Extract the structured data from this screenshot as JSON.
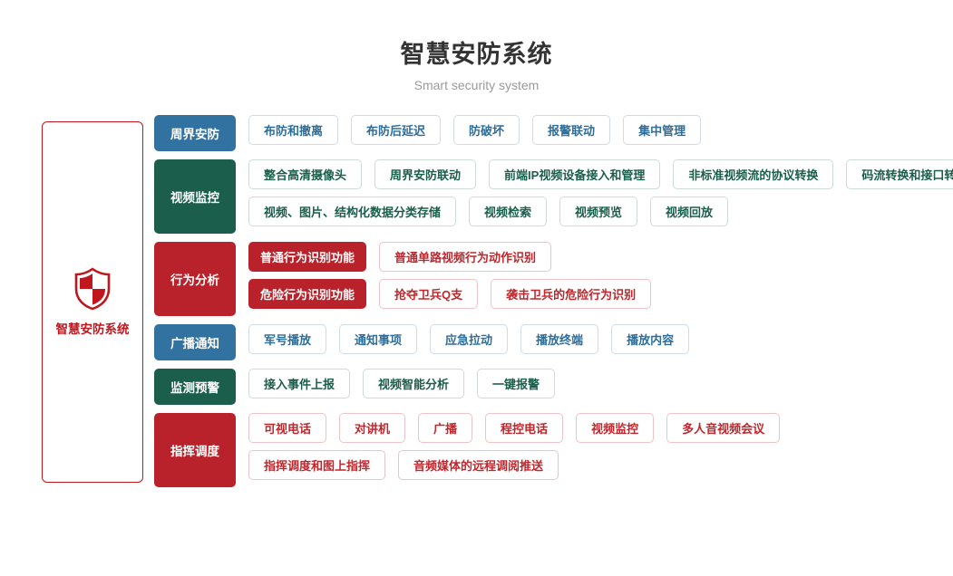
{
  "header": {
    "title": "智慧安防系统",
    "subtitle": "Smart security system"
  },
  "brand": {
    "icon": "shield-icon",
    "label": "智慧安防系统",
    "border_color": "#c0171f",
    "text_color": "#c0171f"
  },
  "colors": {
    "blue": "#3272a0",
    "green": "#1a5e4b",
    "red": "#b9222a",
    "item_blue_text": "#2f6d99",
    "item_green_text": "#1a5e4b",
    "item_red_text": "#c0272d",
    "title_text": "#333333",
    "subtitle_text": "#9a9a9a"
  },
  "categories": [
    {
      "label": "周界安防",
      "theme": "blue",
      "height": 40,
      "lines": [
        {
          "items": [
            "布防和撤离",
            "布防后延迟",
            "防破坏",
            "报警联动",
            "集中管理"
          ]
        }
      ]
    },
    {
      "label": "视频监控",
      "theme": "green",
      "height": 82,
      "lines": [
        {
          "items": [
            "整合高清摄像头",
            "周界安防联动",
            "前端IP视频设备接入和管理",
            "非标准视频流的协议转换",
            "码流转换和接口转换"
          ]
        },
        {
          "items": [
            "视频、图片、结构化数据分类存储",
            "视频检索",
            "视频预览",
            "视频回放"
          ]
        }
      ]
    },
    {
      "label": "行为分析",
      "theme": "red",
      "height": 82,
      "subgroups": [
        {
          "label": "普通行为识别功能",
          "items": [
            "普通单路视频行为动作识别"
          ]
        },
        {
          "label": "危险行为识别功能",
          "items": [
            "抢夺卫兵Q支",
            "袭击卫兵的危险行为识别"
          ]
        }
      ]
    },
    {
      "label": "广播通知",
      "theme": "blue",
      "height": 40,
      "lines": [
        {
          "items": [
            "军号播放",
            "通知事项",
            "应急拉动",
            "播放终端",
            "播放内容"
          ]
        }
      ]
    },
    {
      "label": "监测预警",
      "theme": "green",
      "height": 40,
      "lines": [
        {
          "items": [
            "接入事件上报",
            "视频智能分析",
            "一键报警"
          ]
        }
      ]
    },
    {
      "label": "指挥调度",
      "theme": "red",
      "height": 82,
      "lines": [
        {
          "items": [
            "可视电话",
            "对讲机",
            "广播",
            "程控电话",
            "视频监控",
            "多人音视频会议"
          ]
        },
        {
          "items": [
            "指挥调度和图上指挥",
            "音频媒体的远程调阅推送"
          ]
        }
      ]
    }
  ]
}
